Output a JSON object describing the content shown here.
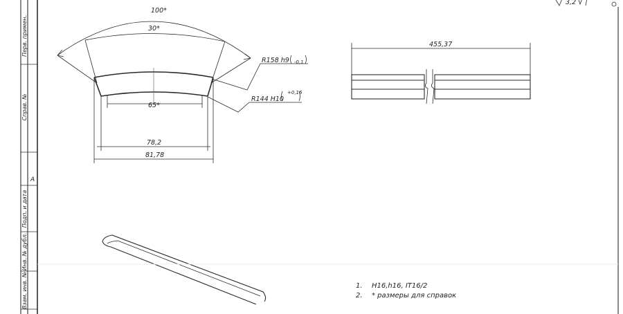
{
  "side_strip": {
    "perv_primen": "Перв. примен.",
    "sprav_no": "Справ. №",
    "podp_data": "Подп. и дата",
    "inv_dubl": "Инв. № дубл.",
    "vzam_inv": "Взам. инв. №",
    "zone_letter": "A"
  },
  "roughness": {
    "value": "3,2"
  },
  "section_view": {
    "angle_outer": "100*",
    "angle_inner": "30*",
    "angle_bottom": "65*",
    "radius_outer": "R158 h9",
    "radius_outer_tol": "-0,1",
    "radius_inner": "R144 H10",
    "radius_inner_tol": "+0,16",
    "width_inner": "78,2",
    "width_outer": "81,78"
  },
  "side_view": {
    "length": "455,37"
  },
  "notes": [
    {
      "num": "1.",
      "text": "H16,h16, IT16/2"
    },
    {
      "num": "2.",
      "text": "* размеры для справок"
    }
  ]
}
